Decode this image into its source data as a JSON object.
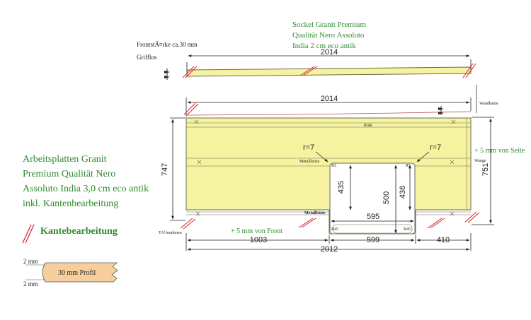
{
  "header": {
    "sockel_line1": "Sockel Granit Premium",
    "sockel_line2": "Qualität Nero Assoluto",
    "sockel_line3": "India 2 cm eco antik",
    "frontstaerke": "FrontstÃ¤rke ca.30 mm",
    "grifflos": "Grifflos"
  },
  "description": {
    "line1": "Arbeitsplatten Granit",
    "line2": "Premium Qualität Nero",
    "line3": "Assoluto India 3,0 cm eco antik",
    "line4": "inkl. Kantenbearbeitung"
  },
  "legend": {
    "kante_label": "Kantebearbeitung",
    "profile_label": "30 mm Profil",
    "top_mm": "2 mm",
    "bottom_mm": "2 mm"
  },
  "plan": {
    "sockel_length": "2014",
    "top_length": "2014",
    "wandkante": "Wandkante",
    "rohr": "Rohr",
    "radius_left": "r=7",
    "radius_right": "r=7",
    "r5_left": "R5",
    "r5_right": "R5",
    "r45_left": "R45",
    "r45_right": "R45",
    "metallleiste_top": "Metallleiste",
    "metallleiste_bottom": "Metallleiste",
    "seite_note": "+ 5 mm von Seite",
    "wange": "Wange",
    "front_note": "+ 5 mm von Front",
    "ta_label": "TA½erahmen",
    "depth_left": "747",
    "depth_right": "751",
    "cut_left_h": "435",
    "cut_right_h": "500",
    "cut_right_h2": "436",
    "cut_width": "595",
    "dim_left": "1003",
    "dim_cut": "599",
    "dim_right": "410",
    "dim_total": "2012"
  },
  "colors": {
    "plate": "#f6f3a0",
    "plate_stroke": "#6b6b55",
    "kante": "#d42020",
    "text_green": "#2e8b2e",
    "profile_fill": "#f8cf9c"
  }
}
